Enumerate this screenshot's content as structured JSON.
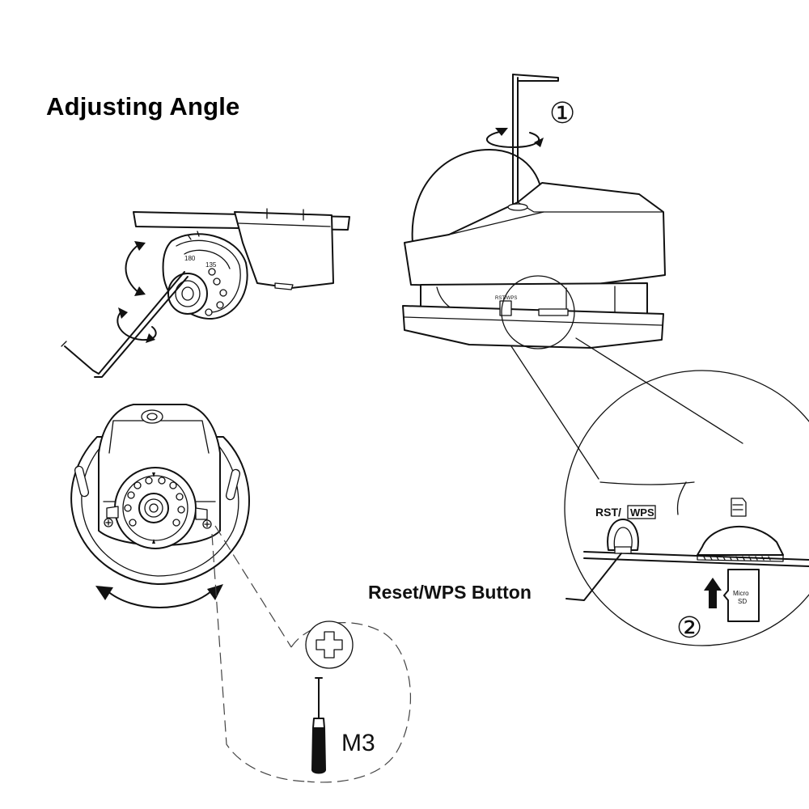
{
  "title": "Adjusting Angle",
  "callouts": {
    "step1": "①",
    "step2": "②",
    "reset_button": "Reset/WPS Button",
    "screw": "M3",
    "rst_label": "RST/",
    "wps_label": "WPS",
    "micro_sd_line1": "Micro",
    "micro_sd_line2": "SD"
  },
  "icons": [
    "hex-key-icon",
    "rotate-arrow-icon",
    "phillips-head-icon",
    "screwdriver-icon",
    "arrow-up-icon",
    "micro-sd-card-icon"
  ]
}
